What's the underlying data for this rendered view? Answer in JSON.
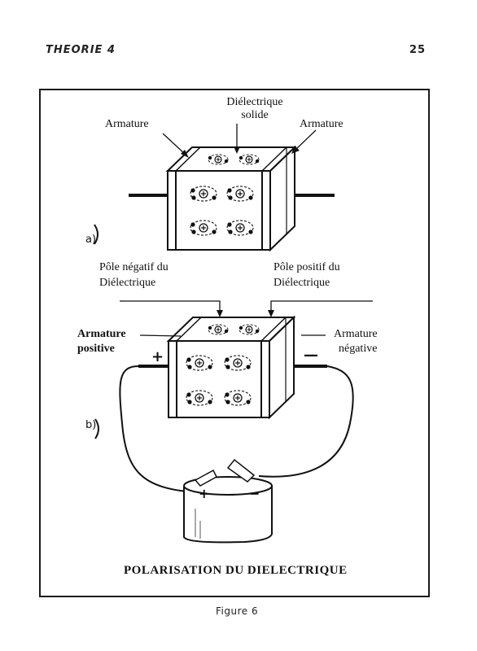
{
  "header": {
    "left": "THEORIE 4",
    "right": "25"
  },
  "part_a": {
    "marker": "a)",
    "labels": {
      "armature_left": "Armature",
      "dielectric_line1": "Diélectrique",
      "dielectric_line2": "solide",
      "armature_right": "Armature"
    }
  },
  "part_b": {
    "marker": "b)",
    "labels": {
      "neg_pole_line1": "Pôle négatif du",
      "neg_pole_line2": "Diélectrique",
      "pos_pole_line1": "Pôle positif du",
      "pos_pole_line2": "Diélectrique",
      "armature_pos_line1": "Armature",
      "armature_pos_line2": "positive",
      "armature_neg_line1": "Armature",
      "armature_neg_line2": "négative",
      "plus_sign": "+",
      "minus_sign": "—",
      "battery_plus": "+",
      "battery_minus": "−"
    }
  },
  "title": "POLARISATION DU DIELECTRIQUE",
  "caption": "Figure 6"
}
